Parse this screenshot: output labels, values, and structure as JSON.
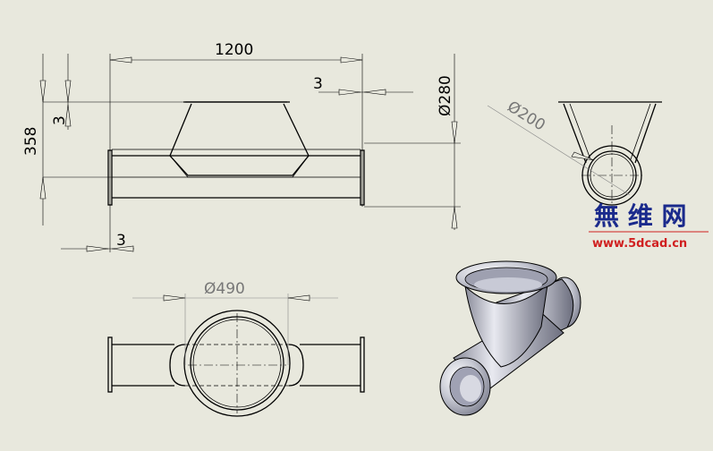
{
  "drawing": {
    "dims": {
      "length": "1200",
      "height": "358",
      "wall_top": "3",
      "wall_left": "3",
      "wall_right": "3",
      "dia_outlet": "Ø280",
      "dia_side": "Ø200",
      "dia_inlet": "Ø490"
    }
  },
  "watermark": {
    "title": "無 维 网",
    "url": "www.5dcad.cn",
    "title_color": "#1a2a8c",
    "url_color": "#d02020"
  }
}
